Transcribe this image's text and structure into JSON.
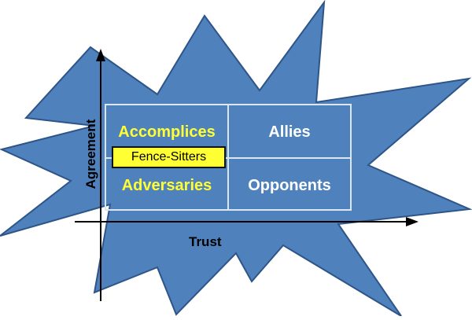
{
  "diagram": {
    "quadrants": {
      "top_left": "Accomplices",
      "top_right": "Allies",
      "bottom_left": "Adversaries",
      "bottom_right": "Opponents"
    },
    "highlight_label": "Fence-Sitters",
    "axes": {
      "y": "Agreement",
      "x": "Trust"
    },
    "colors": {
      "burst": "#4F81BD",
      "burst_outline": "#2E5587",
      "grid_line": "#DCE6F1",
      "yellow_text": "#FFFF33",
      "white_text": "#FFFFFF"
    }
  }
}
